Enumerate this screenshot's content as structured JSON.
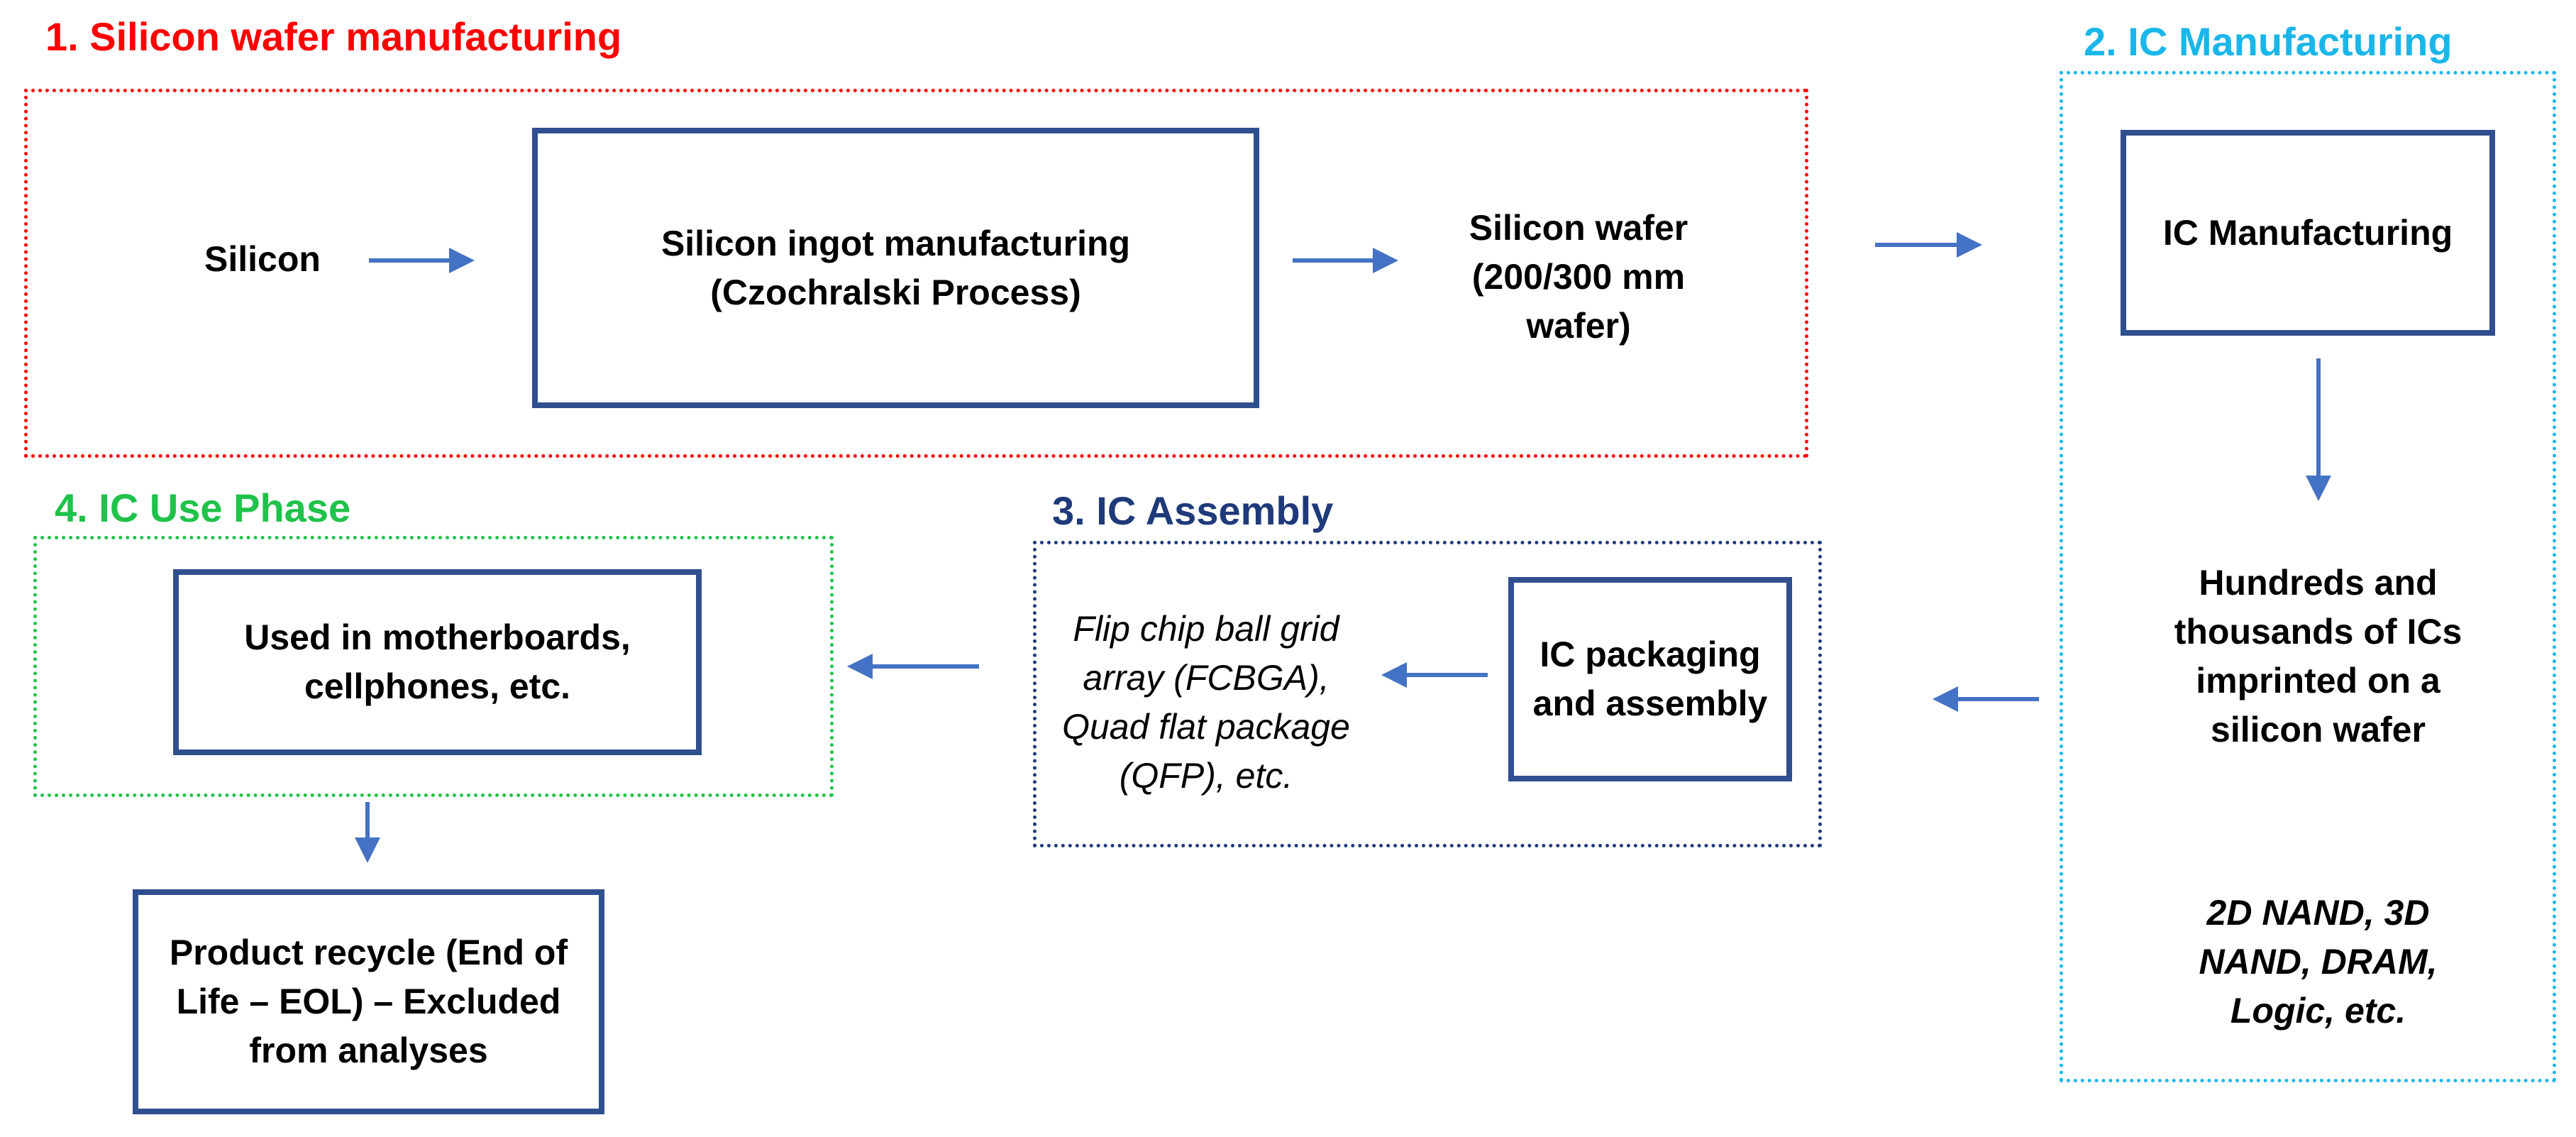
{
  "colors": {
    "stage1": "#ff0000",
    "stage2": "#1ab6ea",
    "stage3": "#1f3a7a",
    "stage4": "#1fc24a",
    "box_border": "#2f4f8f",
    "arrow": "#4472c4"
  },
  "stage1": {
    "heading": "1. Silicon wafer manufacturing",
    "input": "Silicon",
    "process": "Silicon ingot manufacturing (Czochralski Process)",
    "output": "Silicon wafer (200/300 mm wafer)"
  },
  "stage2": {
    "heading": "2. IC Manufacturing",
    "process": "IC Manufacturing",
    "output": "Hundreds and thousands of ICs imprinted on a silicon wafer",
    "examples": "2D NAND, 3D NAND, DRAM, Logic, etc."
  },
  "stage3": {
    "heading": "3. IC Assembly",
    "process": "IC packaging and assembly",
    "output": "Flip chip ball grid array (FCBGA), Quad flat package (QFP), etc."
  },
  "stage4": {
    "heading": "4. IC Use Phase",
    "process": "Used in  motherboards, cellphones, etc.",
    "end_of_life": "Product recycle (End of Life – EOL) – Excluded from analyses"
  }
}
